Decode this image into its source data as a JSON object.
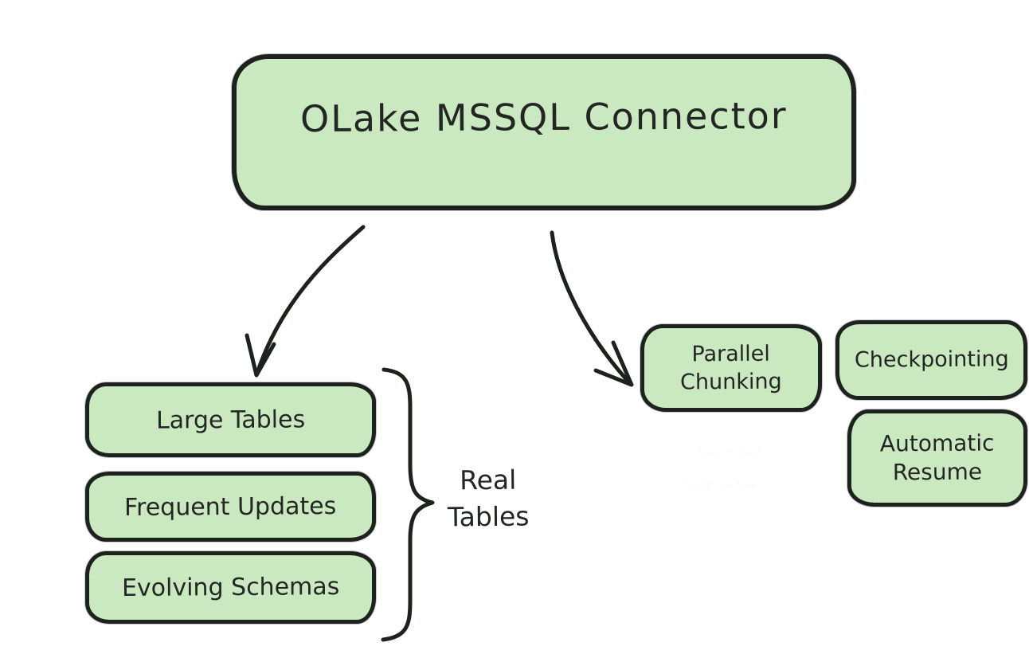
{
  "colors": {
    "background": "#ffffff",
    "box_fill": "#cbe9c0",
    "box_border": "#1e221e",
    "text": "#232723"
  },
  "root_box": {
    "label": "OLake MSSQL Connector"
  },
  "left_group": {
    "boxes": [
      {
        "label": "Large Tables"
      },
      {
        "label": "Frequent Updates"
      },
      {
        "label": "Evolving Schemas"
      }
    ],
    "brace_label": "Real\nTables"
  },
  "right_group": {
    "boxes": [
      {
        "label": "Parallel\nChunking"
      },
      {
        "label": "Checkpointing"
      },
      {
        "label": "Automatic\nResume"
      }
    ]
  }
}
